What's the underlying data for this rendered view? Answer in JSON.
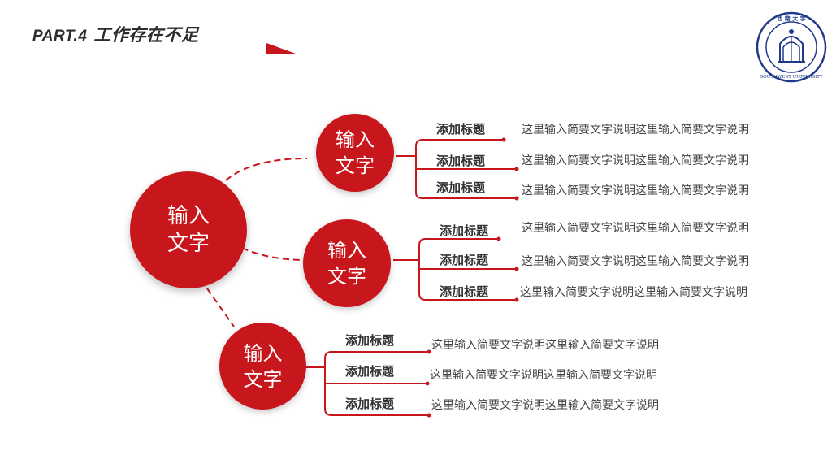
{
  "header": {
    "part_label": "PART.4",
    "title": "工作存在不足"
  },
  "logo": {
    "name": "southwest-university-seal",
    "text": "SOUTHWEST UNIVERSITY"
  },
  "center_node": {
    "label": "输入\n文字"
  },
  "groups": [
    {
      "label": "输入\n文字",
      "items": [
        {
          "title": "添加标题",
          "desc": "这里输入简要文字说明这里输入简要文字说明"
        },
        {
          "title": "添加标题",
          "desc": "这里输入简要文字说明这里输入简要文字说明"
        },
        {
          "title": "添加标题",
          "desc": "这里输入简要文字说明这里输入简要文字说明"
        }
      ]
    },
    {
      "label": "输入\n文字",
      "items": [
        {
          "title": "添加标题",
          "desc": "这里输入简要文字说明这里输入简要文字说明"
        },
        {
          "title": "添加标题",
          "desc": "这里输入简要文字说明这里输入简要文字说明"
        },
        {
          "title": "添加标题",
          "desc": "这里输入简要文字说明这里输入简要文字说明"
        }
      ]
    },
    {
      "label": "输入\n文字",
      "items": [
        {
          "title": "添加标题",
          "desc": "这里输入简要文字说明这里输入简要文字说明"
        },
        {
          "title": "添加标题",
          "desc": "这里输入简要文字说明这里输入简要文字说明"
        },
        {
          "title": "添加标题",
          "desc": "这里输入简要文字说明这里输入简要文字说明"
        }
      ]
    }
  ],
  "colors": {
    "accent": "#c8161d",
    "logo_blue": "#1f3a8a"
  }
}
